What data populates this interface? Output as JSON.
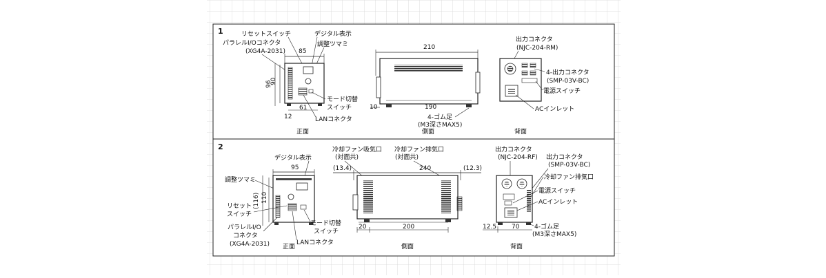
{
  "panel1": {
    "number": "1",
    "front": {
      "caption": "正面",
      "label_reset_switch": "リセットスイッチ",
      "label_digital_display": "デジタル表示",
      "label_parallel_io": "パラレルI/Oコネクタ",
      "label_parallel_io_part": "(XG4A-2031)",
      "label_adjust_knob": "調整ツマミ",
      "label_mode_switch_1": "モード切替",
      "label_mode_switch_2": "スイッチ",
      "label_lan": "LANコネクタ",
      "dim_width": "85",
      "dim_height_outer": "96",
      "dim_height_inner": "90",
      "dim_bottom": "61",
      "dim_foot": "12"
    },
    "side": {
      "caption": "側面",
      "dim_total": "210",
      "dim_base": "190",
      "dim_offset": "10",
      "label_feet": "4-ゴム足",
      "label_feet_spec": "(M3深さMAX5)"
    },
    "rear": {
      "caption": "背面",
      "label_output_connector": "出力コネクタ",
      "label_output_part": "(NJC-204-RM)",
      "label_4out_connector": "4-出力コネクタ",
      "label_4out_part": "(SMP-03V-BC)",
      "label_power_switch": "電源スイッチ",
      "label_ac_inlet": "ACインレット"
    }
  },
  "panel2": {
    "number": "2",
    "front": {
      "caption": "正面",
      "label_digital_display": "デジタル表示",
      "label_adjust_knob": "調整ツマミ",
      "label_reset_1": "リセット",
      "label_reset_2": "スイッチ",
      "label_parallel_1": "パラレルI/O",
      "label_parallel_2": "コネクタ",
      "label_parallel_part": "(XG4A-2031)",
      "label_mode_switch_1": "モード切替",
      "label_mode_switch_2": "スイッチ",
      "label_lan": "LANコネクタ",
      "dim_width": "95",
      "dim_height_outer": "(116)",
      "dim_height_inner": "110"
    },
    "side": {
      "caption": "側面",
      "label_fan_intake": "冷却ファン吸気口",
      "label_fan_intake_note": "(対面共)",
      "label_fan_exhaust": "冷却ファン排気口",
      "label_fan_exhaust_note": "(対面共)",
      "dim_left": "(13.4)",
      "dim_total": "240",
      "dim_right": "(12.3)",
      "dim_offset": "20",
      "dim_base": "200"
    },
    "rear": {
      "caption": "背面",
      "label_output_connector": "出力コネクタ",
      "label_output_part": "(NJC-204-RF)",
      "label_output_connector2": "出力コネクタ",
      "label_output2_part": "(SMP-03V-BC)",
      "label_fan_exhaust": "冷却ファン排気口",
      "label_power_switch": "電源スイッチ",
      "label_ac_inlet": "ACインレット",
      "label_feet": "4-ゴム足",
      "label_feet_spec": "(M3深さMAX5)",
      "dim_left": "12.5",
      "dim_width": "70"
    }
  }
}
